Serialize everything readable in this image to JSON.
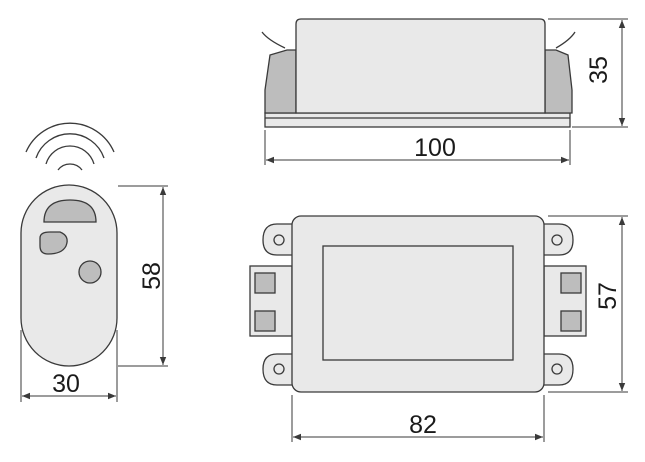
{
  "dimensions": {
    "remote_width": "30",
    "remote_height": "58",
    "receiver_side_length": "100",
    "receiver_side_height": "35",
    "receiver_top_length": "82",
    "receiver_top_width": "57"
  }
}
